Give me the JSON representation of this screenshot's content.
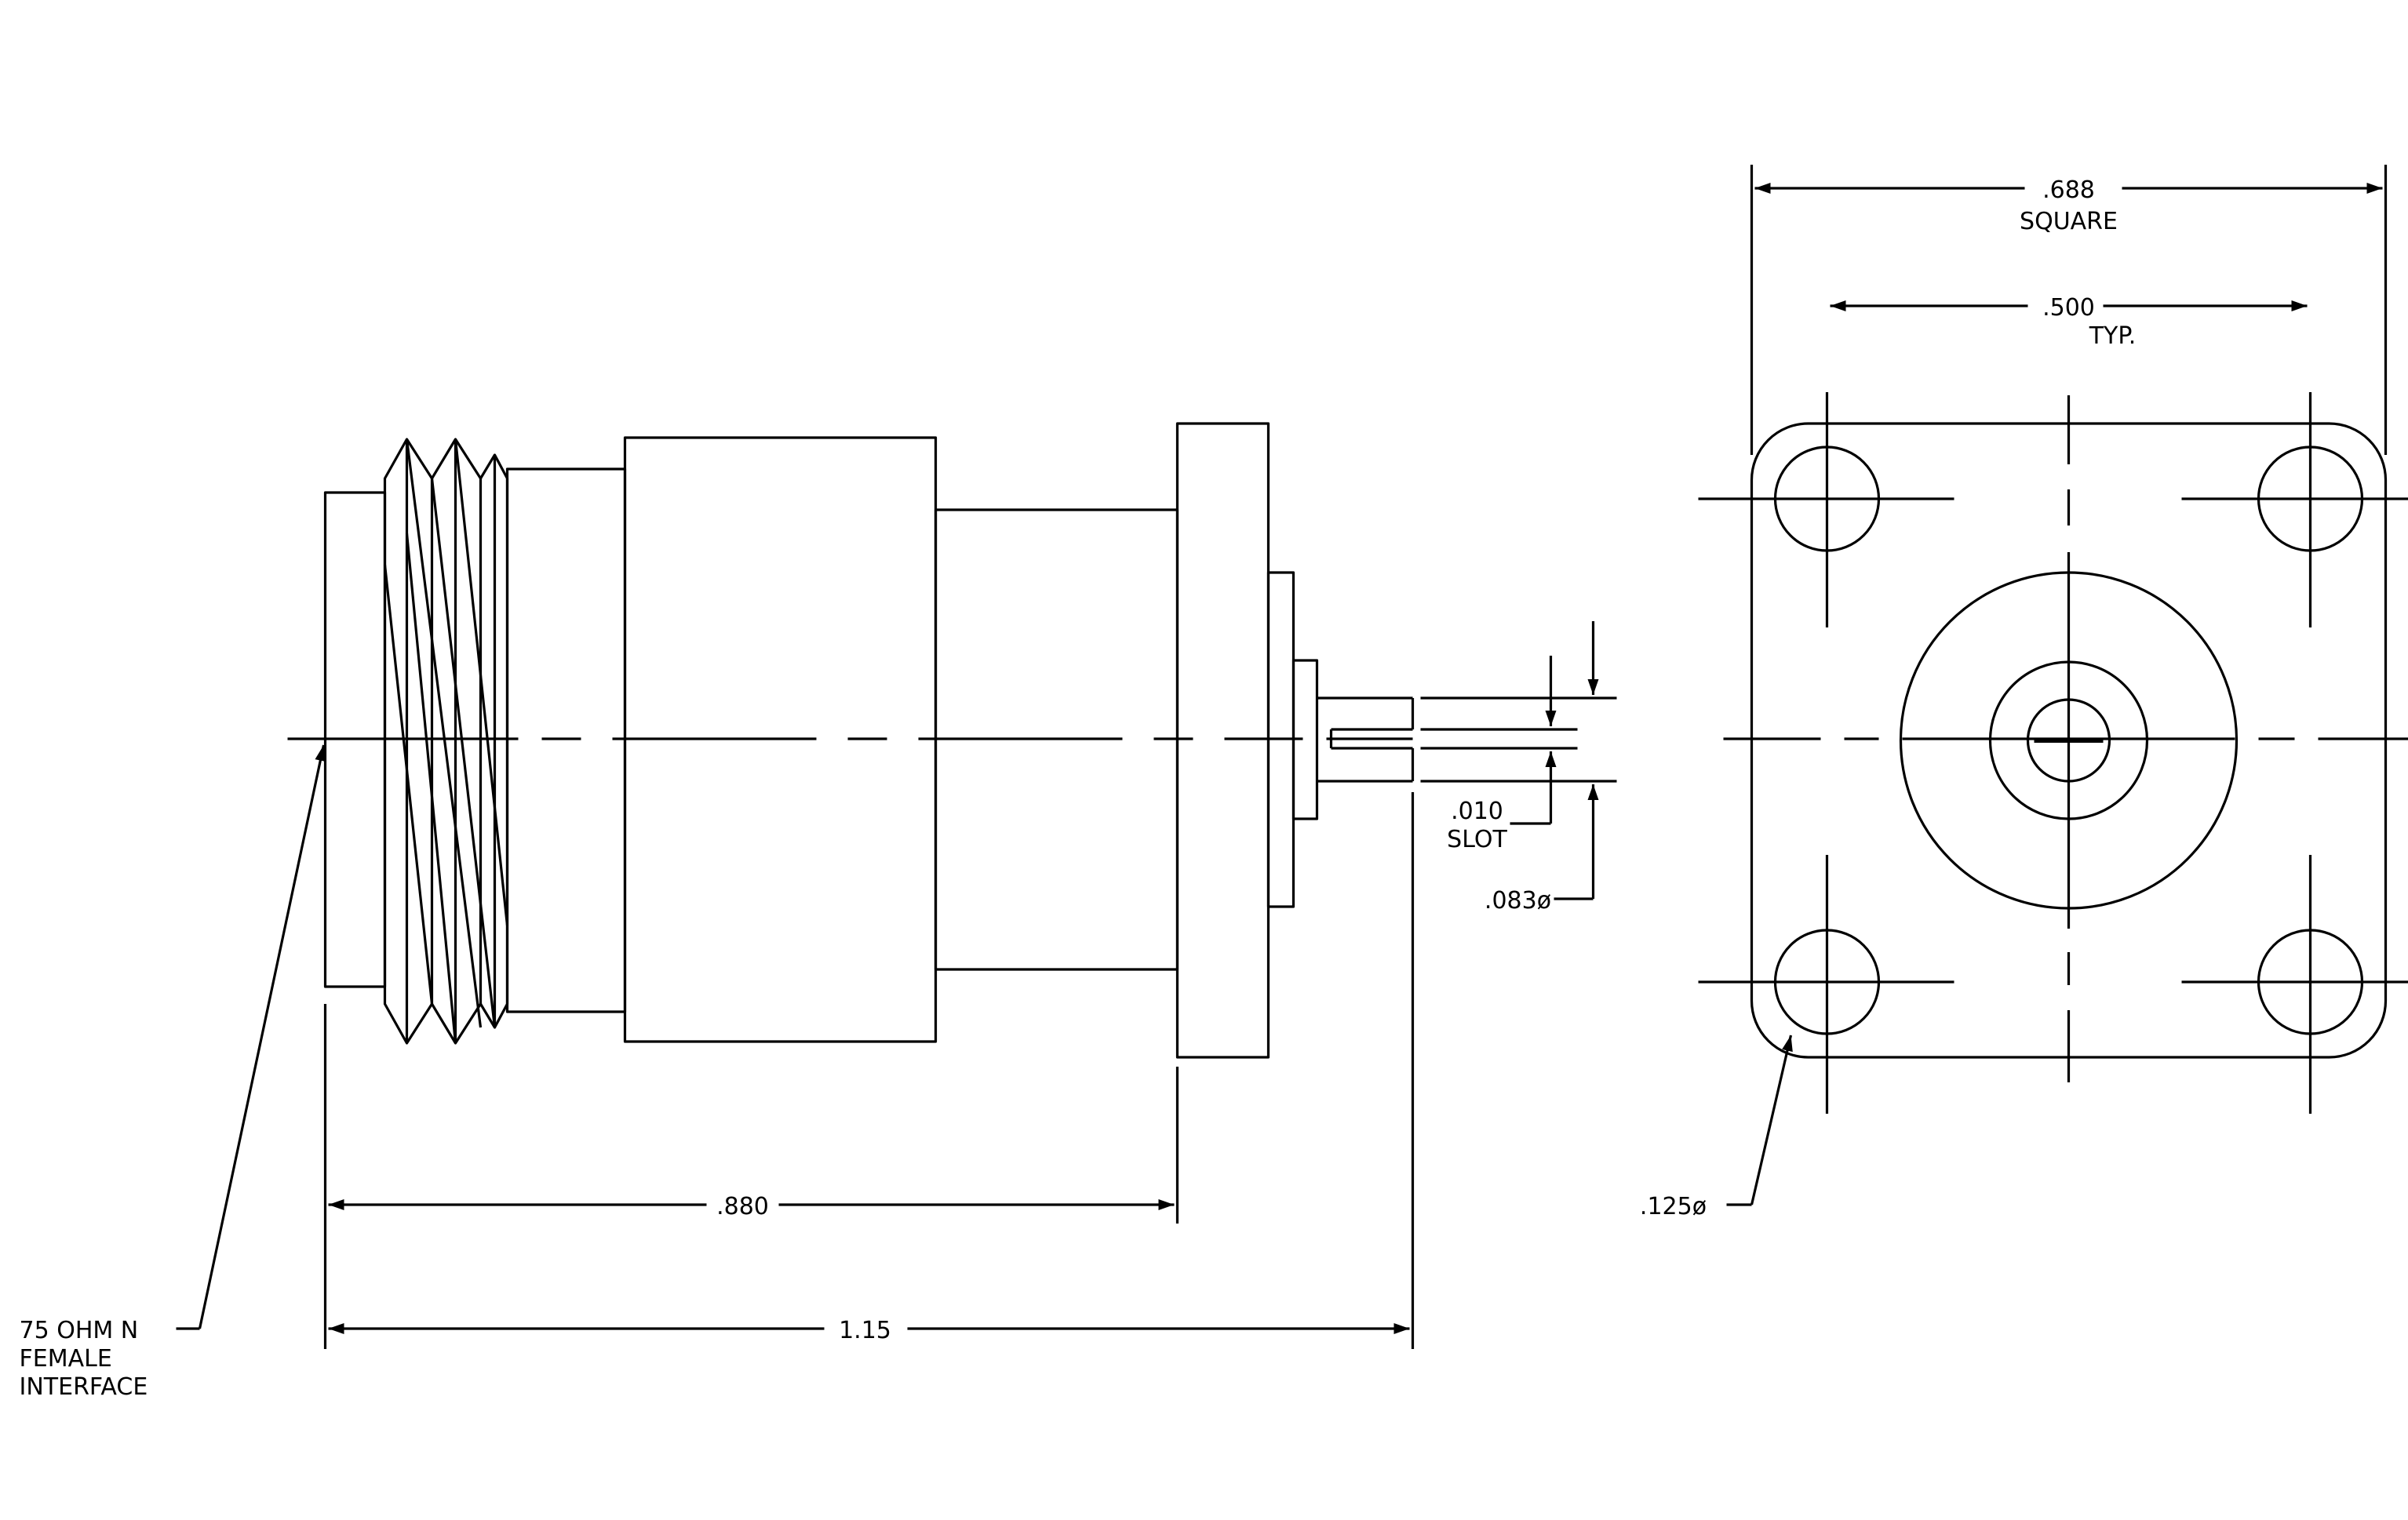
{
  "colors": {
    "line": "#000000",
    "background": "#ffffff"
  },
  "labels": {
    "square_width": ".688",
    "square_word": "SQUARE",
    "hole_spacing": ".500",
    "hole_spacing_note": "TYP.",
    "slot_width": ".010",
    "slot_word": "SLOT",
    "pin_diameter": ".083ø",
    "hole_diameter": ".125ø",
    "flange_length": ".880",
    "overall_length": "1.15",
    "interface_line1": "75 OHM N",
    "interface_line2": "FEMALE",
    "interface_line3": "INTERFACE"
  }
}
